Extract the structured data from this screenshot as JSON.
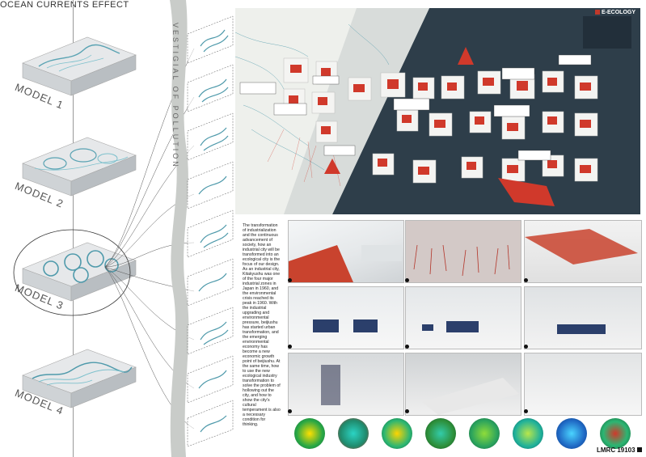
{
  "header": {
    "title": "OCEAN CURRENTS EFFECT"
  },
  "models": [
    {
      "label": "MODEL 1"
    },
    {
      "label": "MODEL 2"
    },
    {
      "label": "MODEL 3"
    },
    {
      "label": "MODEL 4"
    }
  ],
  "spine": {
    "label": "VESTIGIAL OF POLLUTION"
  },
  "map": {
    "badge": "E-ECOLOGY",
    "colors": {
      "land": "#eef0ec",
      "water": "#2e3e4a",
      "accent": "#d0392b"
    }
  },
  "body_text": "The transformation of industrialization and the continuous advancement of society, how an industrial city will be transformed into an ecological city is the focus of our design. As an industrial city, Kitakyushu was one of the four major industrial zones in Japan in 1960, and the environmental crisis reached its peak in 1960. With the industrial upgrading and environmental pressure, beijiushu has started urban transformation, and the emerging environmental economy has become a new economic growth point of beijiushu. At the same time, how to use the new ecological industry transformation to solve the problem of hollowing out the city, and how to show the city's cultural temperament is also a necessary condition for thinking.",
  "footer": {
    "code": "LMRC 19103"
  }
}
